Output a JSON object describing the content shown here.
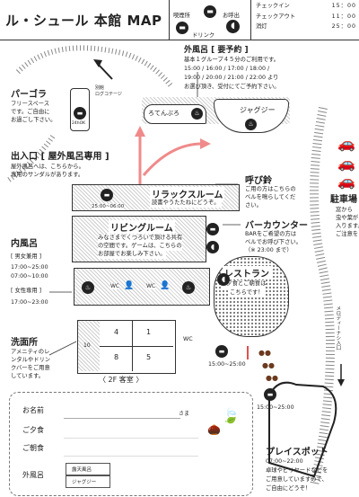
{
  "header": {
    "title": "ル・シュール 本館 MAP",
    "legend": {
      "smoking": "喫煙所",
      "call": "お呼出",
      "drink": "ドリンク"
    },
    "times": [
      {
        "label": "チェックイン",
        "value": "15：00"
      },
      {
        "label": "チェックアウト",
        "value": "11：00"
      },
      {
        "label": "消灯",
        "value": "25：00"
      }
    ]
  },
  "pergola": {
    "title": "パーゴラ",
    "desc": [
      "フリースペース",
      "です。ご自由に",
      "お過ごし下さい。"
    ],
    "sign": "24hOK"
  },
  "villa": {
    "label": [
      "別館",
      "ログコテージ"
    ]
  },
  "outdoor_bath": {
    "title": "外風呂 [ 要予約 ]",
    "desc": [
      "基本１グループ４５分のご利用です。",
      "15:00 / 16:00 / 17:00 / 18:00 /",
      "19:00 / 20:00 / 21:00 / 22:00 より",
      "お選び頂き、受付にてご予約下さい。"
    ],
    "bath1": "ろてんぶろ",
    "bath2": "ジャグジー"
  },
  "entrance": {
    "title": "出入口 [ 屋外風呂専用 ]",
    "desc": [
      "屋外風呂へは、こちらから。",
      "専用のサンダルがあります。"
    ]
  },
  "call_bell": {
    "title": "呼び鈴",
    "desc": [
      "ご用の方はこちらの",
      "ベルを鳴らしてくだ",
      "さい。"
    ]
  },
  "relax_room": {
    "title": "リラックスルーム",
    "hours": "25:00~06:00",
    "desc": "読書やうたたねにどうぞ。"
  },
  "living_room": {
    "title": "リビングルーム",
    "desc": [
      "みなさまでくつろいで頂ける共有",
      "の空間です。ゲームは、こちらの",
      "お部屋でお楽しみ下さい。"
    ]
  },
  "bar_counter": {
    "title": "バーカウンター",
    "desc": [
      "BARをご希望の方は",
      "ベルでお呼び下さい。",
      "（※ 23:00 まで）"
    ]
  },
  "parking": {
    "title": "駐車場",
    "desc": [
      "窓から",
      "虫や葉が",
      "入ります。",
      "ご注意を!"
    ]
  },
  "inner_bath": {
    "title": "内風呂",
    "men_label": "[ 男女兼用 ]",
    "men_hours": [
      "17:00~25:00",
      "07:00~10:00"
    ],
    "women_label": "[ 女性専用 ]",
    "women_hours": "17:00~23:00",
    "wc1": "WC",
    "wc2": "WC"
  },
  "restaurant": {
    "title": "レストラン",
    "desc": [
      "ご夕食とご朝食は",
      "こちらです！"
    ],
    "hours": "15:00~25:00"
  },
  "washroom": {
    "title": "洗面所",
    "desc": [
      "アメニティのレ",
      "ンタルやドリン",
      "クバーをご用意",
      "しています。"
    ]
  },
  "guest_rooms": {
    "label": "〈 2F 客室 〉",
    "rooms": [
      "4",
      "1",
      "8",
      "5",
      "10"
    ],
    "wc": "WC"
  },
  "walkway": {
    "label": "メロディーナシ入口"
  },
  "hours2": "15:00~25:00",
  "place_spot": {
    "title": "プレイスポット",
    "hours": "07:00~22:00",
    "desc": [
      "卓球やビリヤードなどを",
      "ご用意していますので、",
      "ご自由にどうぞ！"
    ]
  },
  "form": {
    "name_label": "お名前",
    "name_suffix": "さま",
    "dinner_label": "ご夕食",
    "breakfast_label": "ご朝食",
    "bath_label": "外風呂",
    "bath_option1": "露天風呂",
    "bath_option2": "ジャグジー"
  }
}
